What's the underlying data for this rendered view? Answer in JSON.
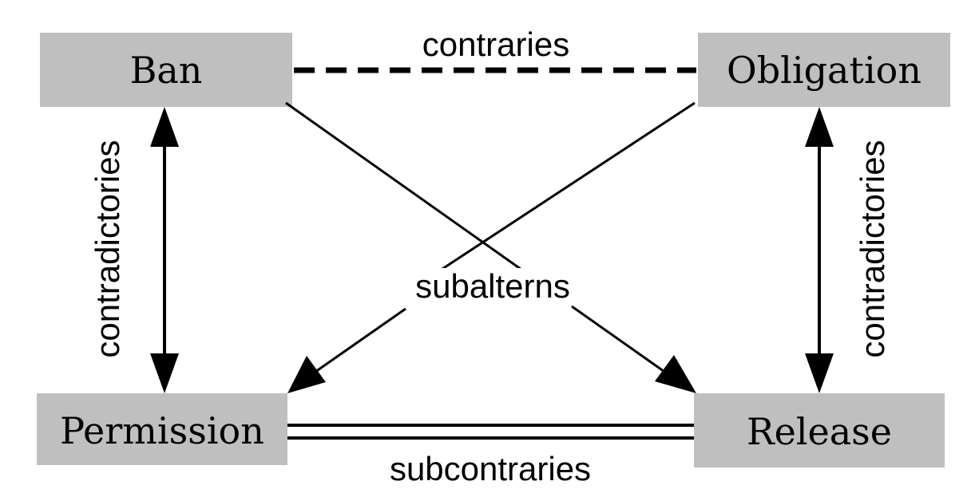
{
  "boxes": {
    "ban": "Ban",
    "obligation": "Obligation",
    "permission": "Permission",
    "release": "Release"
  },
  "relations": {
    "contraries": "contraries",
    "subalterns": "subalterns",
    "subcontraries": "subcontraries",
    "contradictories_left": "contradictories",
    "contradictories_right": "contradictories"
  },
  "colors": {
    "box_fill": "#bfbfbf",
    "line": "#000000",
    "background": "#ffffff"
  }
}
